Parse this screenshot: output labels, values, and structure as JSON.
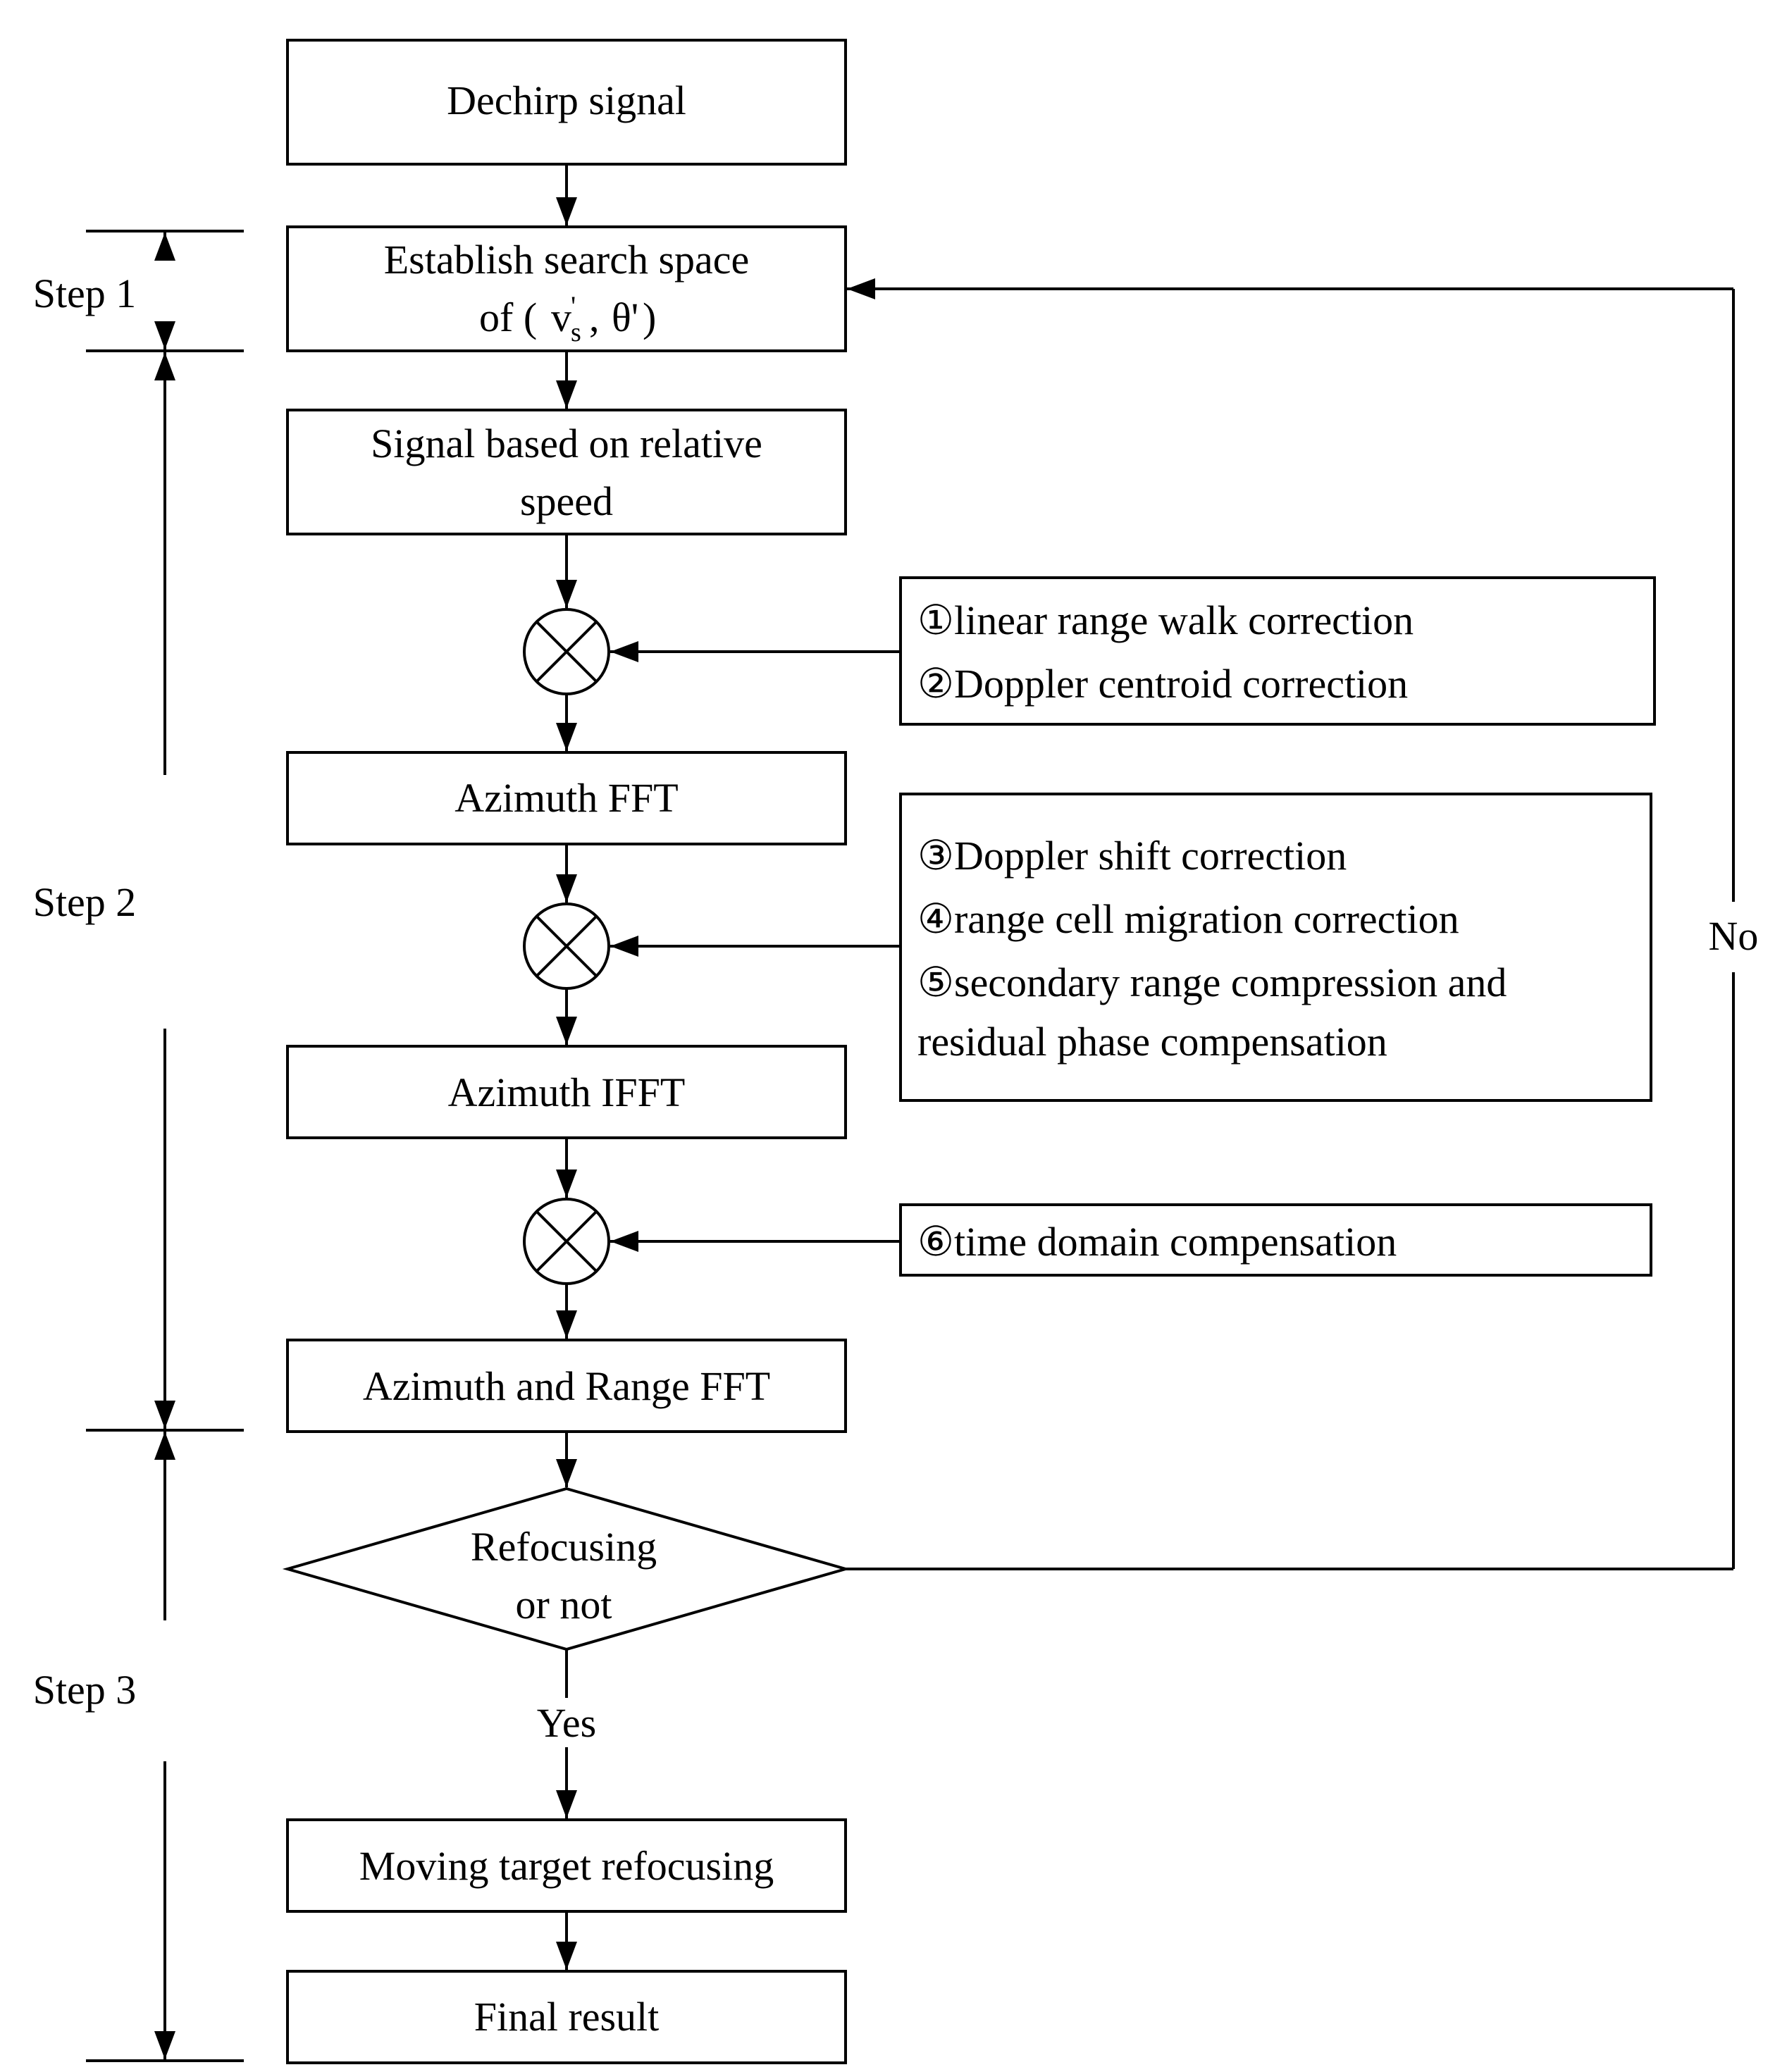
{
  "boxes": {
    "dechirp": "Dechirp signal",
    "search_line1": "Establish search space",
    "search_of": "of (",
    "search_v": "v",
    "search_prime": "'",
    "search_sub": "s",
    "search_sep": ", ",
    "search_theta": "θ'",
    "search_close": ")",
    "signal_line1": "Signal based on relative",
    "signal_line2": "speed",
    "az_fft": "Azimuth FFT",
    "az_ifft": "Azimuth IFFT",
    "az_range_fft": "Azimuth and Range FFT",
    "moving": "Moving target refocusing",
    "final": "Final result"
  },
  "decision": {
    "line1": "Refocusing",
    "line2": "or not",
    "yes": "Yes",
    "no": "No"
  },
  "notes": {
    "group1": [
      "①linear range walk correction",
      "②Doppler centroid correction"
    ],
    "group2": [
      "③Doppler shift correction",
      "④range cell migration correction",
      "⑤secondary range compression and",
      "residual phase compensation"
    ],
    "group3": [
      "⑥time domain compensation"
    ]
  },
  "steps": {
    "step1": "Step 1",
    "step2": "Step 2",
    "step3": "Step 3"
  }
}
